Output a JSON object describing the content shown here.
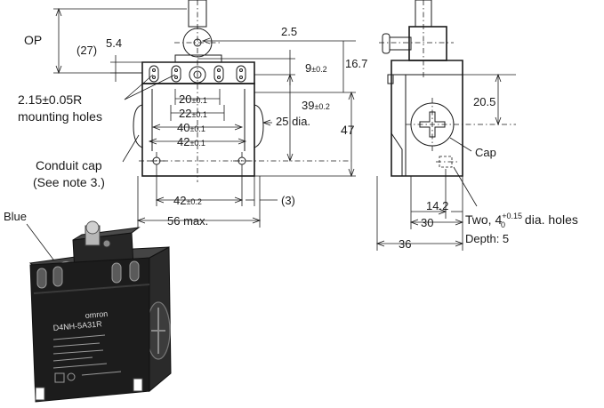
{
  "front_view": {
    "op": "OP",
    "op_ref": "(27)",
    "dim_5_4": "5.4",
    "dim_2_5": "2.5",
    "dim_16_7": "16.7",
    "dim_9": "9",
    "dim_9_tol": "±0.2",
    "dim_39": "39",
    "dim_39_tol": "±0.2",
    "dim_47": "47",
    "dim_25": "25 dia.",
    "dim_20": "20",
    "dim_20_tol": "±0.1",
    "dim_22": "22",
    "dim_22_tol": "±0.1",
    "dim_40": "40",
    "dim_40_tol": "±0.1",
    "dim_42_inner": "42",
    "dim_42_inner_tol": "±0.1",
    "dim_42_outer": "42",
    "dim_42_outer_tol": "±0.2",
    "dim_3": "(3)",
    "dim_56": "56 max.",
    "mounting_line1": "2.15±0.05R",
    "mounting_line2": "mounting holes",
    "conduit_line1": "Conduit cap",
    "conduit_line2": "(See note 3.)"
  },
  "side_view": {
    "dim_20_5": "20.5",
    "cap": "Cap",
    "dim_14_2": "14.2",
    "dim_30": "30",
    "dim_36": "36",
    "holes_prefix": "Two, 4",
    "holes_sup": "+0.15",
    "holes_sub": "0",
    "holes_suffix": " dia. holes",
    "depth": "Depth: 5"
  },
  "photo": {
    "blue_label": "Blue",
    "brand": "omron",
    "model": "D4NH-5A31R",
    "colors": {
      "body": "#1c1c1c",
      "body_edge": "#3a3a3a",
      "metal": "#b9b9b9"
    }
  }
}
